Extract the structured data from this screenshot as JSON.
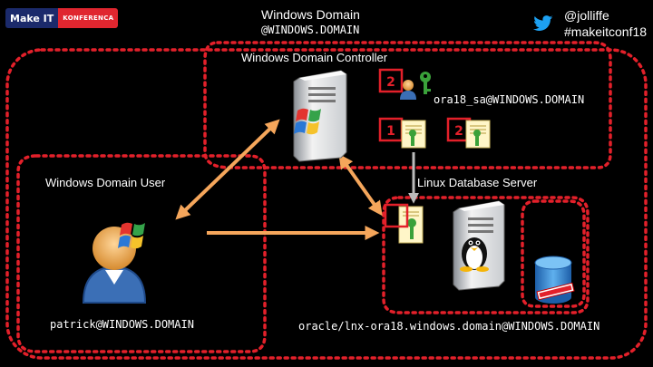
{
  "header": {
    "logo_main": "Make IT",
    "logo_sub": "KONFERENCA",
    "title": "Windows Domain",
    "subtitle": "@WINDOWS.DOMAIN",
    "twitter_handle": "@jolliffe",
    "hashtag": "#makeitconf18"
  },
  "zones": {
    "dc": "Windows Domain Controller",
    "user": "Windows Domain User",
    "linux": "Linux Database Server"
  },
  "principals": {
    "service_account": "ora18_sa@WINDOWS.DOMAIN",
    "user": "patrick@WINDOWS.DOMAIN",
    "service": "oracle/lnx-ora18.windows.domain@WINDOWS.DOMAIN"
  },
  "badges": {
    "top": "2",
    "left": "1",
    "right": "2"
  },
  "colors": {
    "border_red": "#e3202a",
    "arrow_orange": "#f5a65b",
    "key_green": "#3aa13a",
    "twitter_blue": "#1da1f2"
  },
  "icons": [
    "twitter-bird-icon",
    "windows-server-icon",
    "linux-server-icon",
    "windows-user-icon",
    "database-icon",
    "key-icon",
    "keytab-icon"
  ]
}
